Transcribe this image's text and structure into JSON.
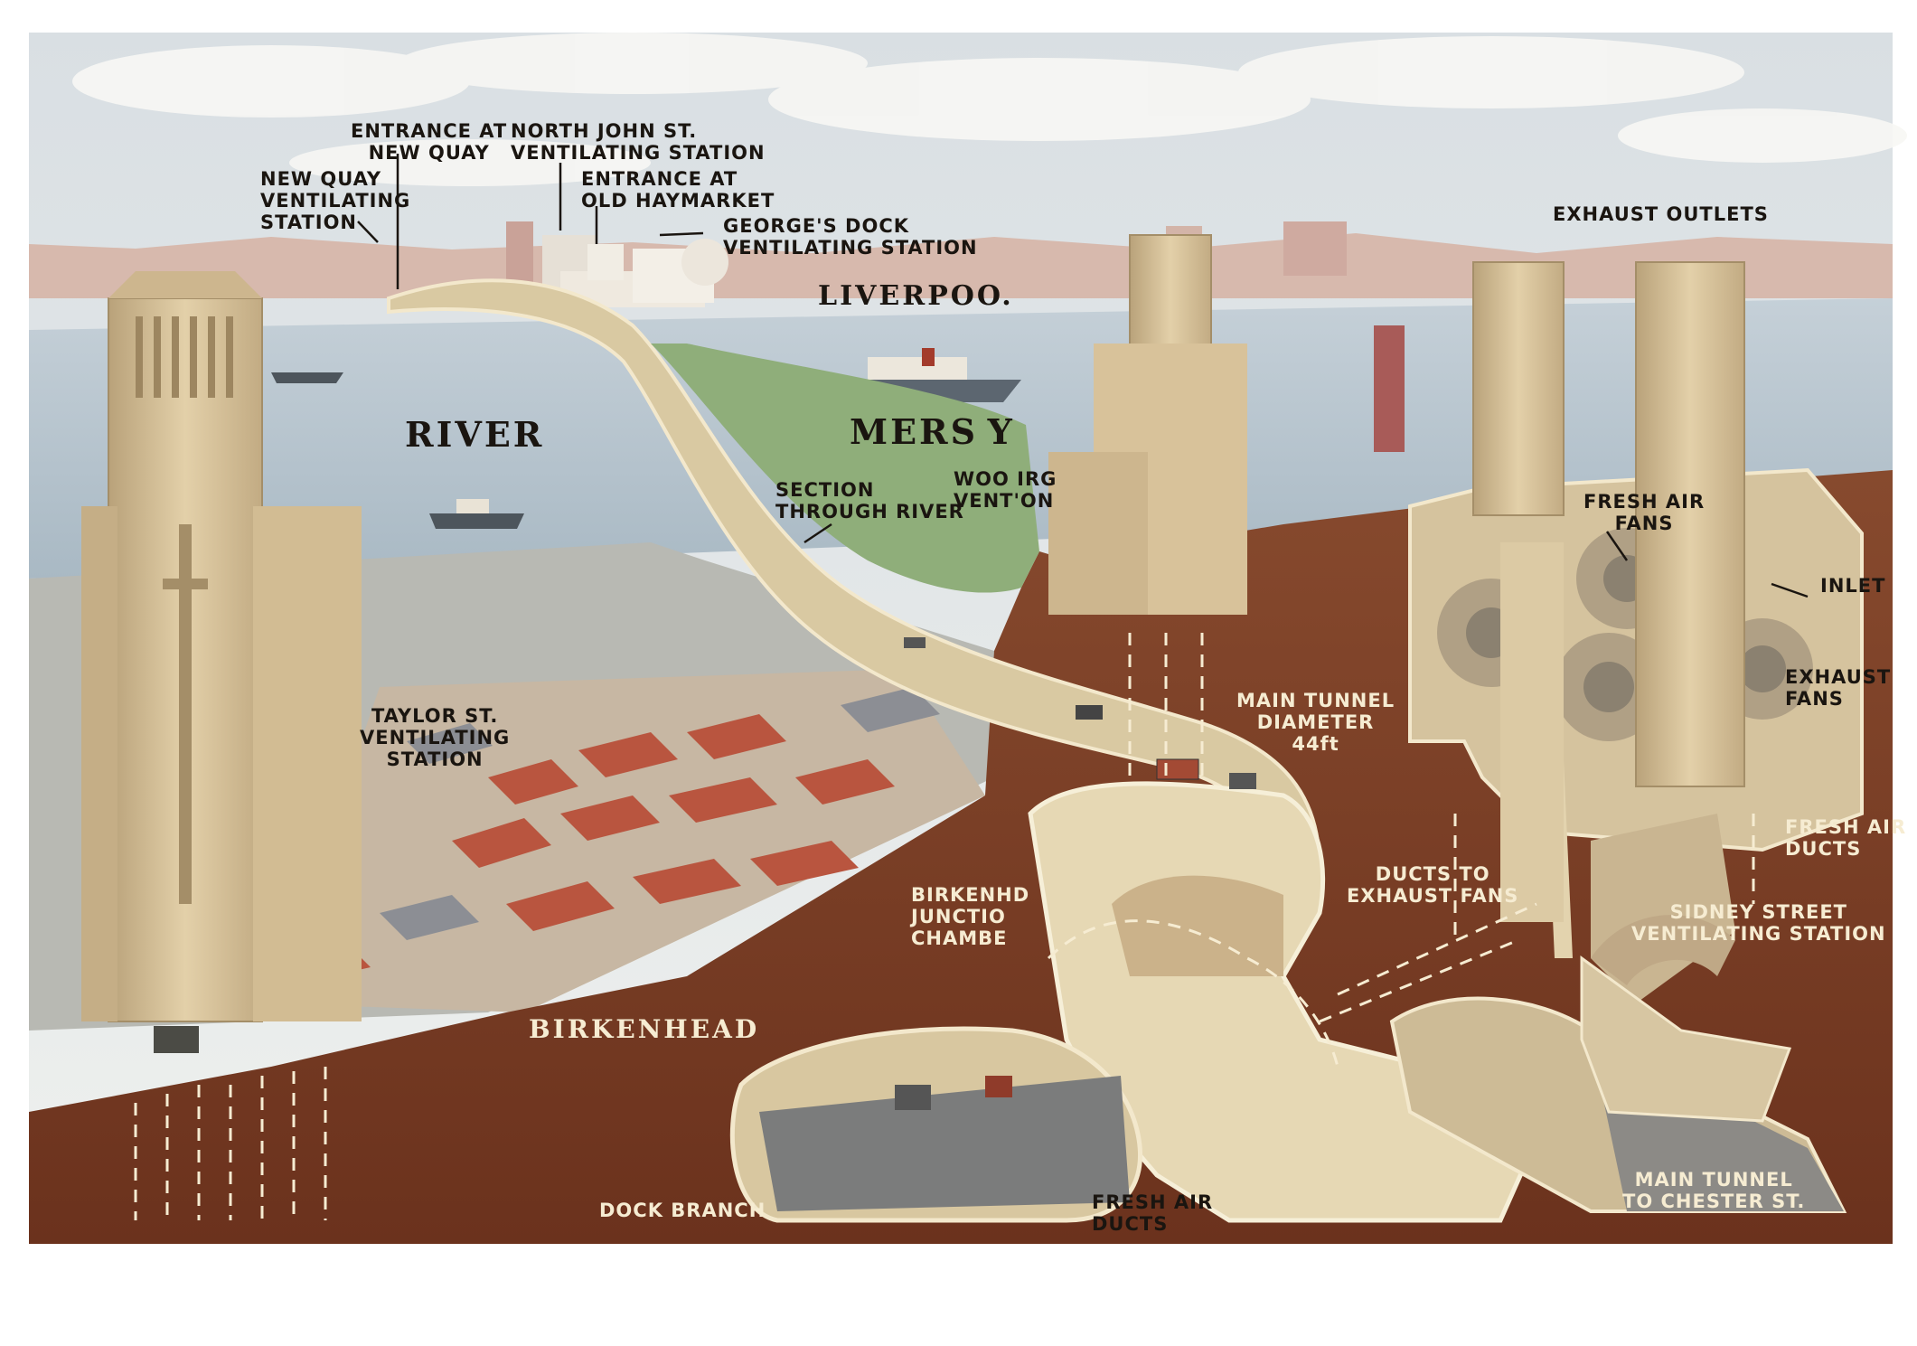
{
  "place_names": {
    "river": "RIVER",
    "mersey": "MERS Y",
    "liverpool": "LIVERPOO.",
    "birkenhead": "BIRKENHEAD"
  },
  "labels": {
    "new_quay_ventilating_station": "NEW QUAY\nVENTILATING\nSTATION",
    "entrance_new_quay": "ENTRANCE AT\nNEW QUAY",
    "north_john_st": "NORTH JOHN ST.\nVENTILATING STATION",
    "entrance_old_haymarket": "ENTRANCE AT\nOLD HAYMARKET",
    "georges_dock": "GEORGE'S DOCK\nVENTILATING STATION",
    "section_through_river": "SECTION\nTHROUGH RIVER",
    "woodside_station": "WOO IRG\nVENT'ON",
    "taylor_st": "TAYLOR ST.\nVENTILATING\nSTATION",
    "exhaust_outlets": "EXHAUST OUTLETS",
    "fresh_air_fans": "FRESH AIR\nFANS",
    "inlet": "INLET",
    "exhaust_fans": "EXHAUST\nFANS",
    "main_tunnel_diameter": "MAIN TUNNEL\nDIAMETER\n44ft",
    "fresh_air_ducts_right": "FRESH AIR\nDUCTS",
    "ducts_to_exhaust_fans": "DUCTS TO\nEXHAUST FANS",
    "sidney_street": "SIDNEY STREET\nVENTILATING STATION",
    "birkenhead_junction": "BIRKENHD\nJUNCTIO\nCHAMBE",
    "dock_branch": "DOCK BRANCH",
    "fresh_air_ducts_bottom": "FRESH AIR\nDUCTS",
    "main_tunnel_chester": "MAIN TUNNEL\nTO CHESTER ST."
  },
  "colors": {
    "sky": "#e9ecef",
    "river": "#b9c6cf",
    "earth": "#7a3d24",
    "tunnel_road": "#d9c9a2",
    "tower": "#d8c29a",
    "river_section": "#8fae7a",
    "roofs": "#b9553f"
  }
}
